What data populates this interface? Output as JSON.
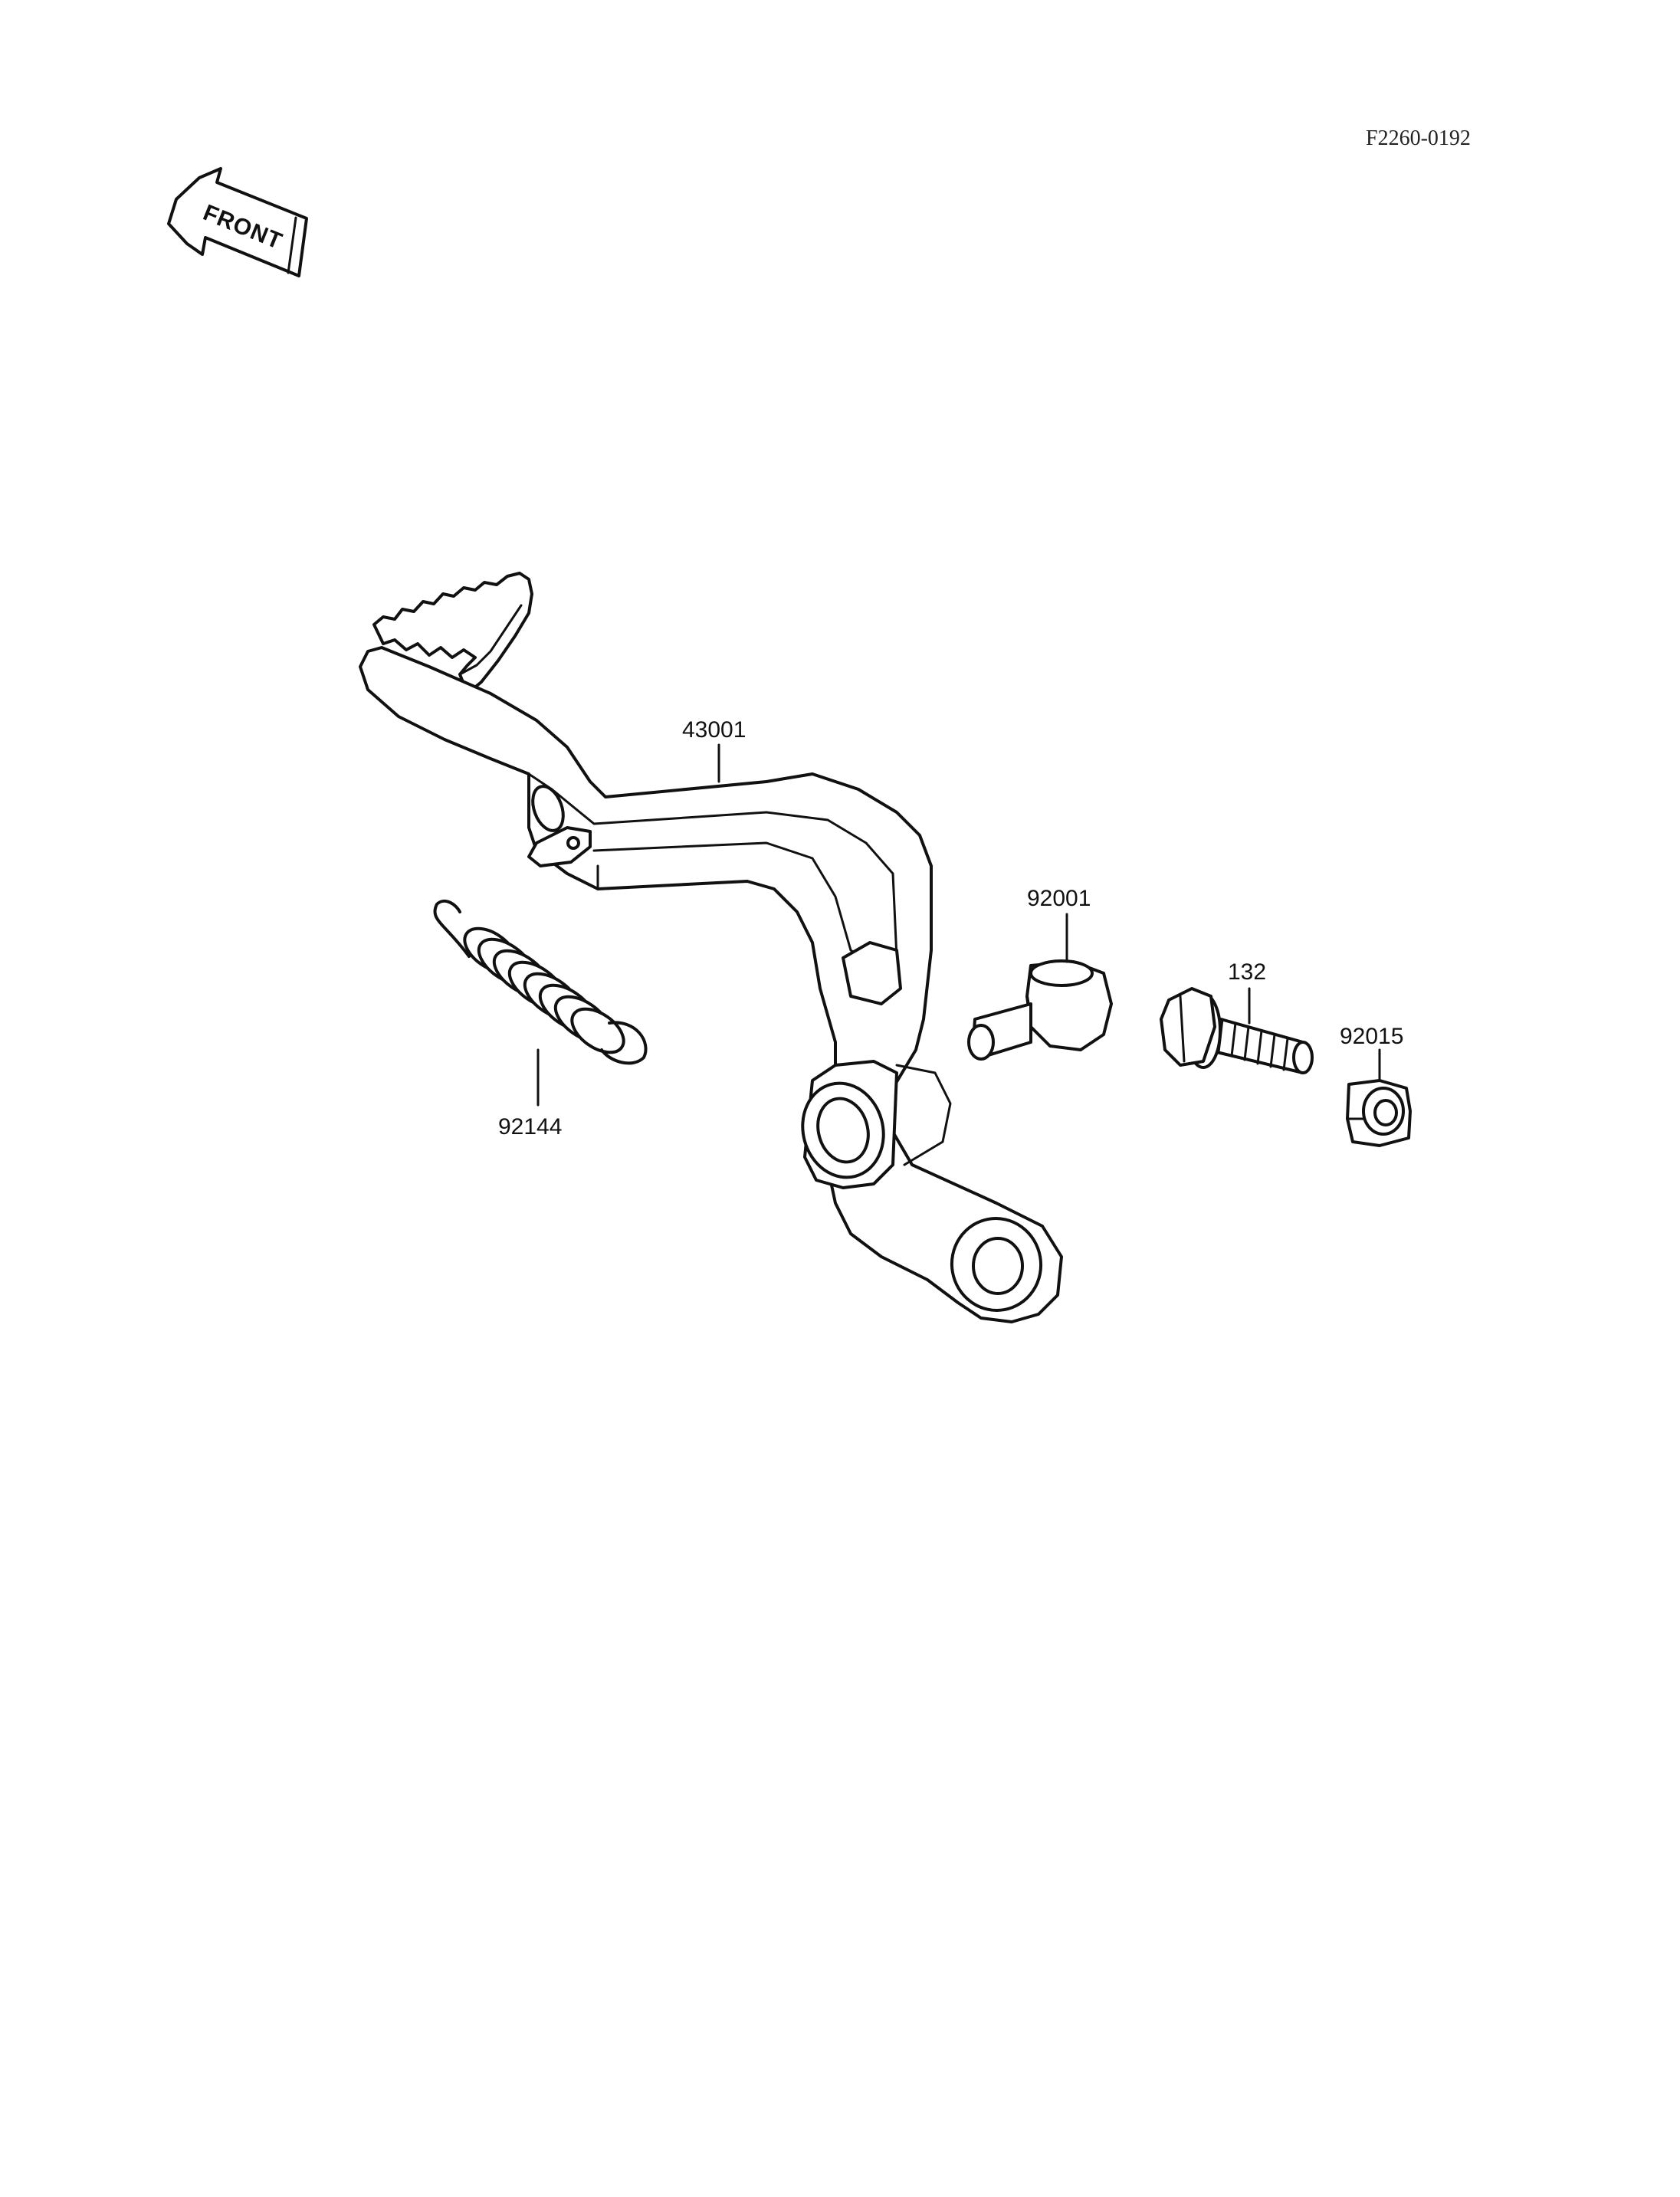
{
  "drawing_code": "F2260-0192",
  "front_indicator": "FRONT",
  "parts": [
    {
      "id": "brake-pedal",
      "number": "43001"
    },
    {
      "id": "return-spring",
      "number": "92144"
    },
    {
      "id": "pivot-bolt",
      "number": "92001"
    },
    {
      "id": "flange-bolt",
      "number": "132"
    },
    {
      "id": "nut",
      "number": "92015"
    }
  ]
}
